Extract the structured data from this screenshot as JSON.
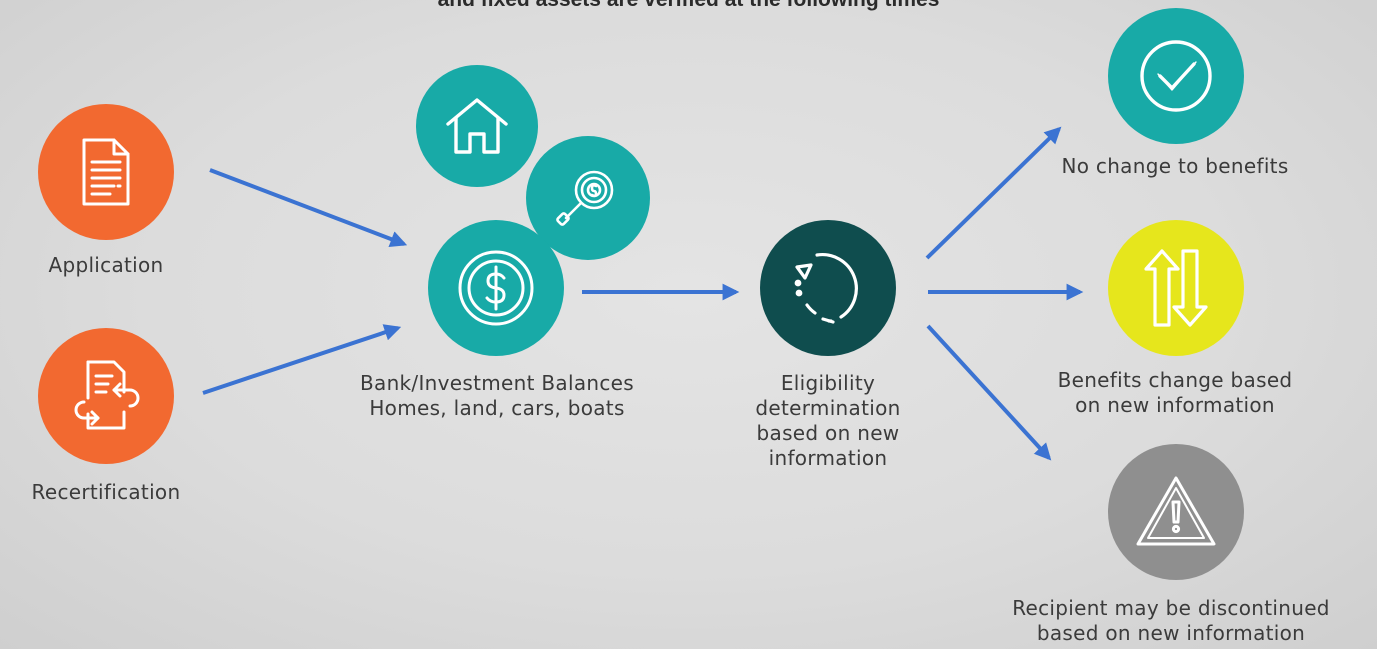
{
  "title": "and fixed assets are verified at the following times",
  "colors": {
    "orange": "#f26930",
    "teal": "#18aaa7",
    "dark_teal": "#0f4d4e",
    "yellow": "#e6e61c",
    "gray": "#8f8f8f",
    "arrow": "#3b73d2"
  },
  "triggers": {
    "application": {
      "icon": "document-icon",
      "label": "Application"
    },
    "recertification": {
      "icon": "document-arrows-icon",
      "label": "Recertification"
    }
  },
  "assets": {
    "icons": [
      "house-icon",
      "magnifier-dollar-icon",
      "dollar-coin-icon"
    ],
    "label_lines": [
      "Bank/Investment Balances",
      "Homes, land, cars, boats"
    ]
  },
  "determination": {
    "icon": "cycle-icon",
    "label_lines": [
      "Eligibility",
      "determination",
      "based on new",
      "information"
    ]
  },
  "outcomes": {
    "no_change": {
      "icon": "checkmark-icon",
      "label_lines": [
        "No change to benefits"
      ]
    },
    "change": {
      "icon": "up-down-arrows-icon",
      "label_lines": [
        "Benefits change based",
        "on new information"
      ]
    },
    "discontinued": {
      "icon": "warning-icon",
      "label_lines": [
        "Recipient may be discontinued",
        "based on new information"
      ]
    }
  }
}
